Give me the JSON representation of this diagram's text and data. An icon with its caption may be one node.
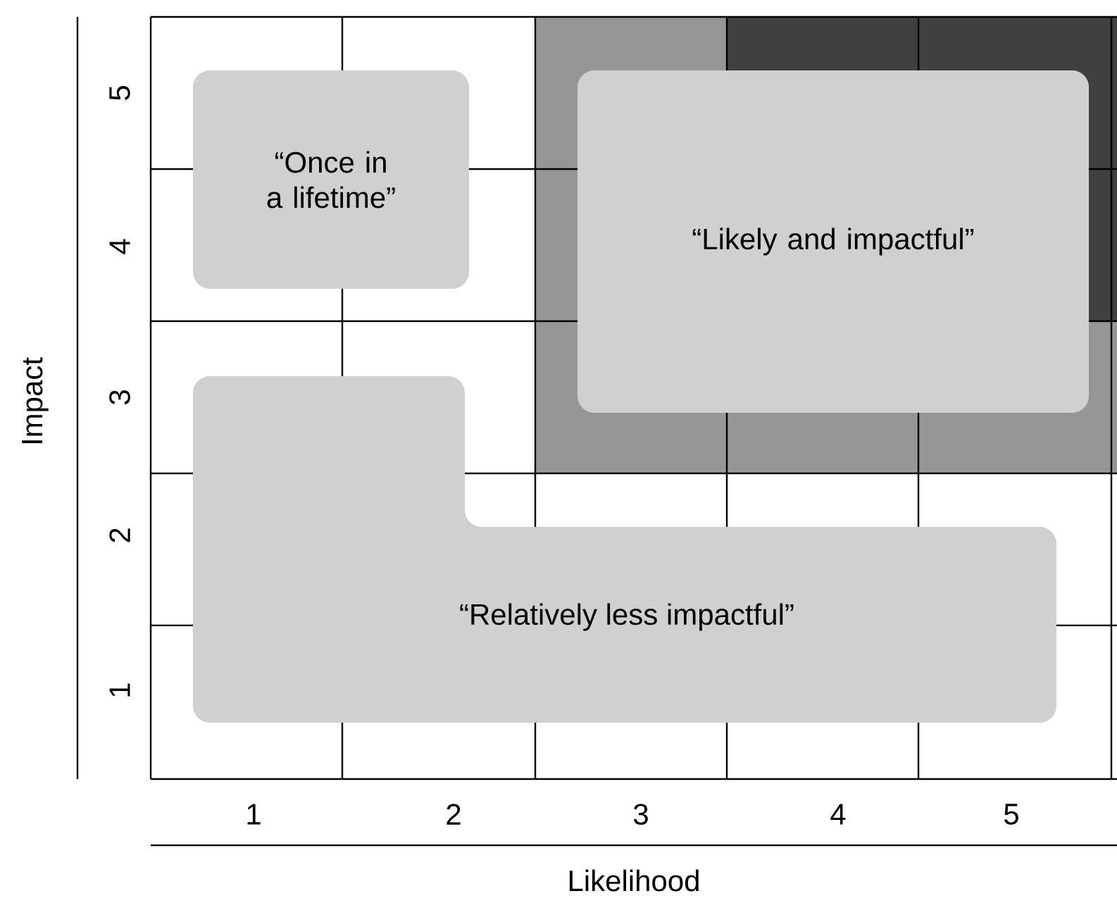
{
  "diagram": {
    "nodes": [
      {
        "text": [
          "“Once in a lifetime”"
        ]
      },
      {
        "text": [
          "“Likely and impactful”"
        ]
      },
      {
        "text": [
          "“Relatively less impactful”"
        ]
      }
    ],
    "labels": [
      "5",
      "4",
      "3",
      "2",
      "1",
      "Impact",
      "1",
      "2",
      "3",
      "4",
      "5",
      "Likelihood"
    ]
  }
}
